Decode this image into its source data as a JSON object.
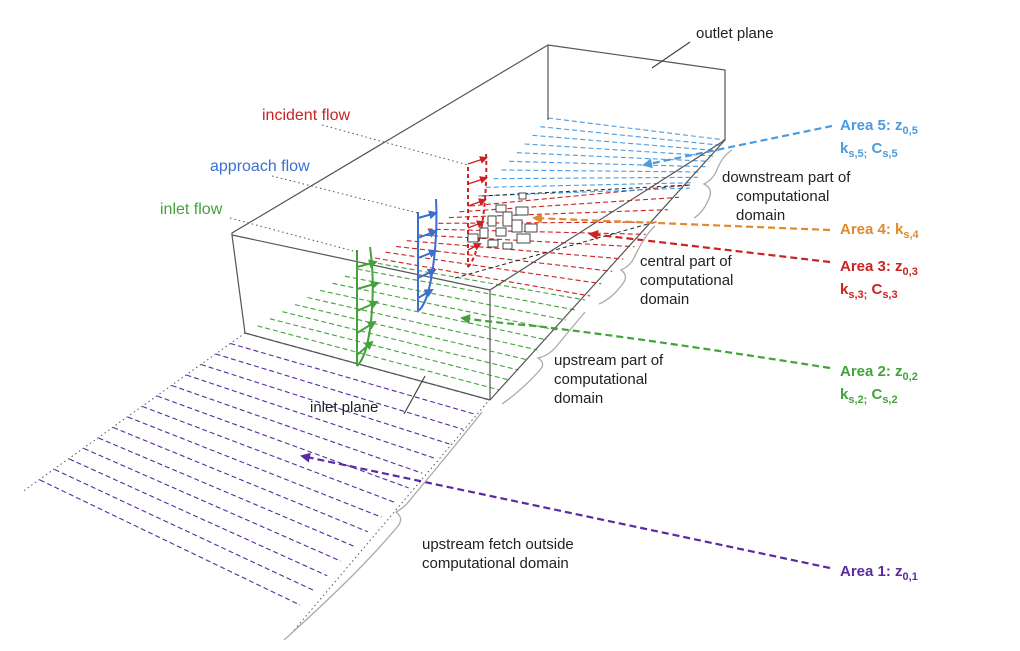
{
  "colors": {
    "area1": "#5b2aa0",
    "area2": "#43a33a",
    "area3": "#cc2222",
    "area4": "#e08a2c",
    "area5": "#4a9be0",
    "approach": "#3a6fd0",
    "lines": "#444444"
  },
  "labels": {
    "outlet_plane": "outlet plane",
    "inlet_plane": "inlet plane",
    "incident_flow": "incident flow",
    "approach_flow": "approach flow",
    "inlet_flow": "inlet flow",
    "downstream": [
      "downstream part of",
      "computational",
      "domain"
    ],
    "central": [
      "central part of",
      "computational",
      "domain"
    ],
    "upstream": [
      "upstream part of",
      "computational",
      "domain"
    ],
    "fetch": [
      "upstream fetch outside",
      "computational domain"
    ]
  },
  "areas": {
    "area5": {
      "title": "Area 5: z",
      "sub1": "0,5",
      "k": "k",
      "ksub": "s,5;",
      "c": " C",
      "csub": "s,5"
    },
    "area4": {
      "title": "Area 4: k",
      "sub1": "s,4"
    },
    "area3": {
      "title": "Area 3: z",
      "sub1": "0,3",
      "k": "k",
      "ksub": "s,3;",
      "c": " C",
      "csub": "s,3"
    },
    "area2": {
      "title": "Area 2: z",
      "sub1": "0,2",
      "k": "k",
      "ksub": "s,2;",
      "c": " C",
      "csub": "s,2"
    },
    "area1": {
      "title": "Area 1: z",
      "sub1": "0,1"
    }
  }
}
